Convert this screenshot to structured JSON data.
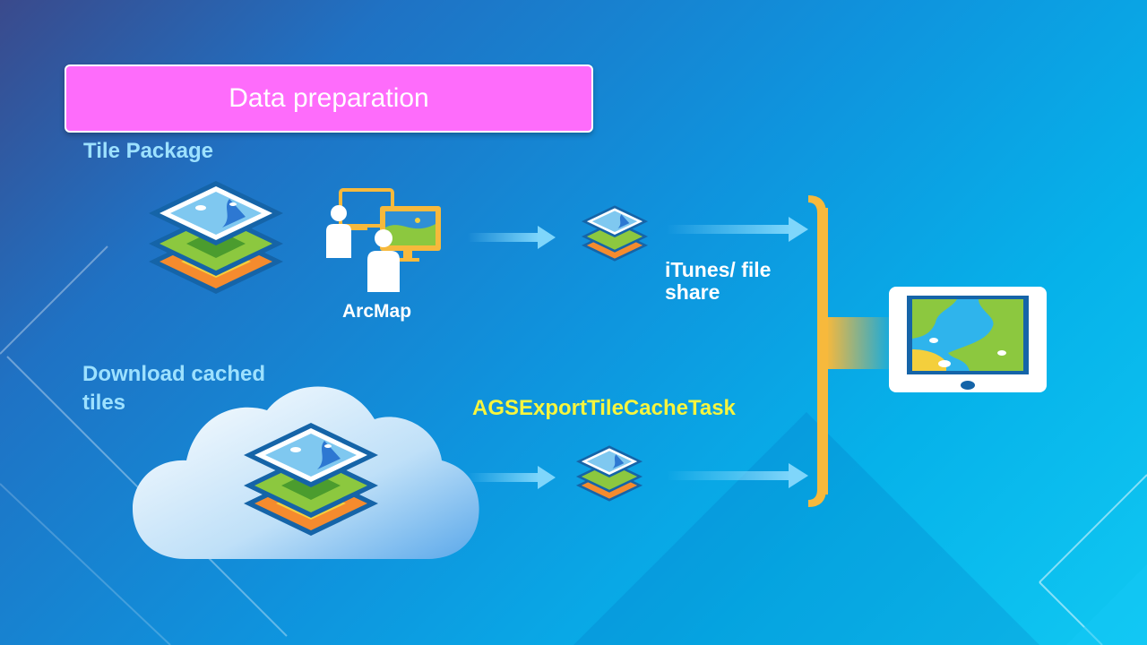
{
  "header": {
    "title": "Data preparation"
  },
  "labels": {
    "tile_package": "Tile Package",
    "arcmap": "ArcMap",
    "itunes_file_share": "iTunes/ file share",
    "download_cached_tiles": "Download cached tiles",
    "ags_task": "AGSExportTileCacheTask"
  },
  "colors": {
    "title_bar": "#fe6cfb",
    "label_light_blue": "#9de1ff",
    "label_yellow": "#f7f53e",
    "bracket": "#f7b93c",
    "arrow": "#7fd6fb"
  },
  "icons": [
    "tile-package-icon",
    "arcmap-users-icon",
    "tile-stack-icon",
    "cloud-icon",
    "tablet-map-icon",
    "arrow-icon",
    "bracket-icon"
  ]
}
